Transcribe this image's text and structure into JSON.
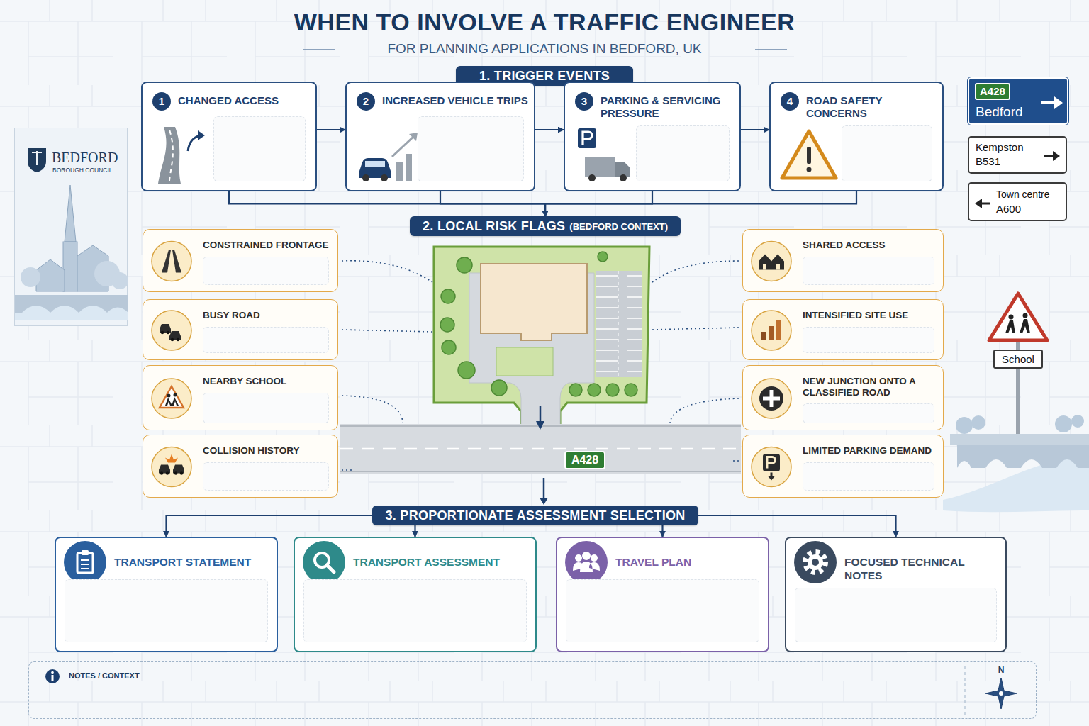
{
  "diagram": {
    "title": "WHEN TO INVOLVE A TRAFFIC ENGINEER",
    "nodes": [
      {
        "text": [
          "1. TRIGGER EVENTS"
        ]
      },
      {
        "text": [
          "1",
          "CHANGED ACCESS"
        ]
      },
      {
        "text": [
          "2",
          "INCREASED VEHICLE TRIPS"
        ]
      },
      {
        "text": [
          "3",
          "PARKING & SERVICING PRESSURE"
        ]
      },
      {
        "text": [
          "4",
          "ROAD SAFETY CONCERNS"
        ]
      },
      {
        "text": [
          "2. LOCAL RISK FLAGS",
          "(BEDFORD CONTEXT)"
        ]
      },
      {
        "text": [
          "CONSTRAINED FRONTAGE"
        ]
      },
      {
        "text": [
          "BUSY ROAD"
        ]
      },
      {
        "text": [
          "NEARBY SCHOOL"
        ]
      },
      {
        "text": [
          "COLLISION HISTORY"
        ]
      },
      {
        "text": [
          "SHARED ACCESS"
        ]
      },
      {
        "text": [
          "INTENSIFIED SITE USE"
        ]
      },
      {
        "text": [
          "NEW JUNCTION ONTO A CLASSIFIED ROAD"
        ]
      },
      {
        "text": [
          "LIMITED PARKING DEMAND"
        ]
      },
      {
        "text": [
          "3. PROPORTIONATE ASSESSMENT SELECTION"
        ]
      },
      {
        "text": [
          "TRANSPORT STATEMENT"
        ]
      },
      {
        "text": [
          "TRANSPORT ASSESSMENT"
        ]
      },
      {
        "text": [
          "TRAVEL PLAN"
        ]
      },
      {
        "text": [
          "FOCUSED TECHNICAL NOTES"
        ]
      },
      {
        "text": [
          "NOTES / CONTEXT"
        ]
      },
      {
        "text": [
          "A428",
          "Bedford"
        ]
      },
      {
        "text": [
          "Kempston",
          "B531"
        ]
      },
      {
        "text": [
          "Town centre",
          "A600"
        ]
      },
      {
        "text": [
          "School"
        ]
      },
      {
        "text": [
          "BEDFORD",
          "BOROUGH COUNCIL"
        ]
      },
      {
        "text": [
          "A428"
        ]
      }
    ],
    "edges": [
      {
        "from": 1,
        "to": 2,
        "arrow": "to"
      },
      {
        "from": 2,
        "to": 3,
        "arrow": "to"
      },
      {
        "from": 3,
        "to": 4,
        "arrow": "to"
      },
      {
        "from": 1,
        "to": 5,
        "arrow": "to"
      },
      {
        "from": 2,
        "to": 5,
        "arrow": "to"
      },
      {
        "from": 3,
        "to": 5,
        "arrow": "to"
      },
      {
        "from": 4,
        "to": 5,
        "arrow": "to"
      },
      {
        "from": 14,
        "to": 15,
        "arrow": "to"
      },
      {
        "from": 14,
        "to": 16,
        "arrow": "to"
      },
      {
        "from": 14,
        "to": 17,
        "arrow": "to"
      },
      {
        "from": 14,
        "to": 18,
        "arrow": "to"
      }
    ],
    "labels": [
      "FOR PLANNING APPLICATIONS IN BEDFORD, UK",
      "N"
    ]
  }
}
